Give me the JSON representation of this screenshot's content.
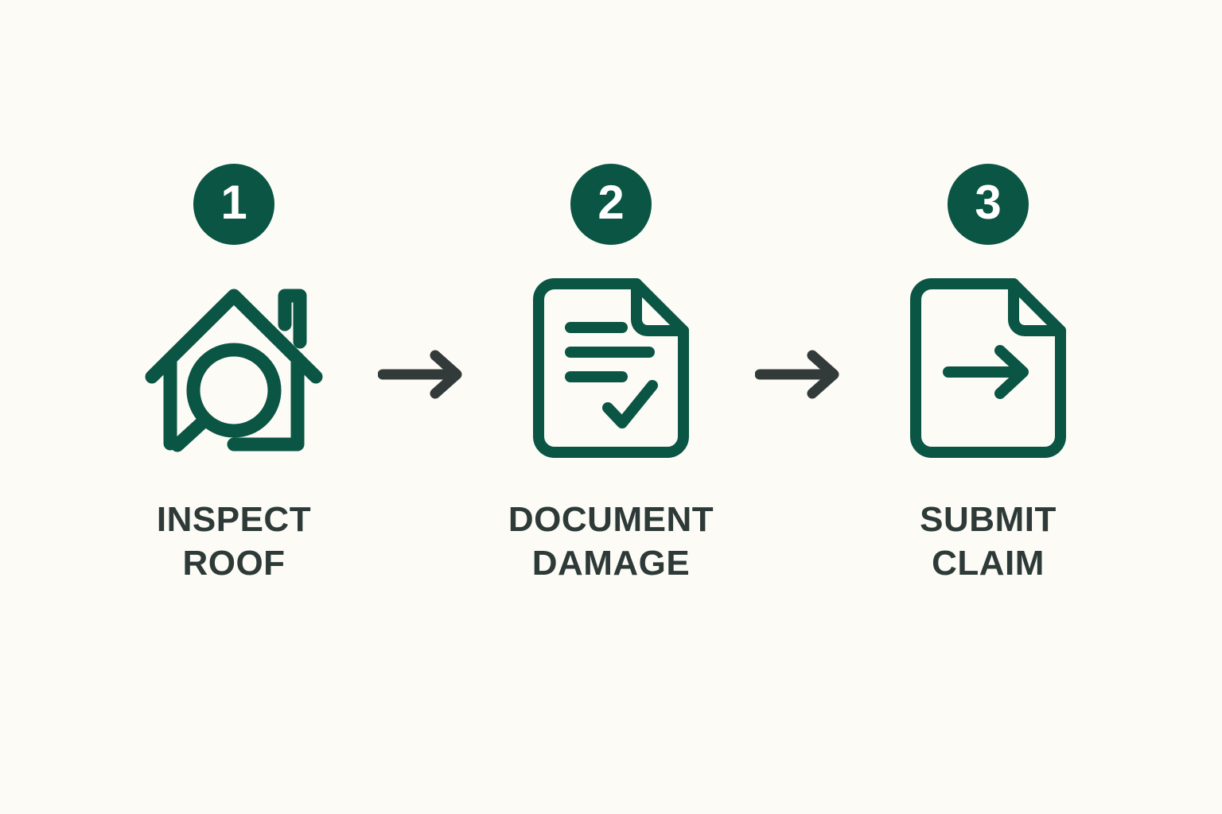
{
  "page": {
    "background_color": "#fcfbf6",
    "accent_green": "#0a5543",
    "text_color": "#2d3a38",
    "arrow_color": "#333b3a"
  },
  "steps": [
    {
      "number": "1",
      "icon": "house-magnifier-icon",
      "label_line1": "INSPECT",
      "label_line2": "ROOF"
    },
    {
      "number": "2",
      "icon": "document-checklist-icon",
      "label_line1": "DOCUMENT",
      "label_line2": "DAMAGE"
    },
    {
      "number": "3",
      "icon": "document-arrow-icon",
      "label_line1": "SUBMIT",
      "label_line2": "CLAIM"
    }
  ],
  "connectors": [
    {
      "icon": "arrow-right-icon"
    },
    {
      "icon": "arrow-right-icon"
    }
  ]
}
